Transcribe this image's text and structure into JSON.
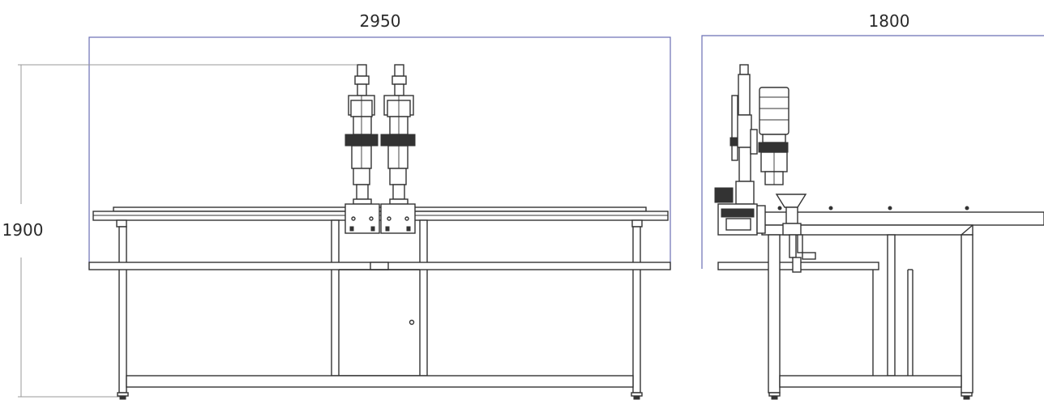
{
  "dimensions": {
    "front_width": "2950",
    "side_width": "1800",
    "height": "1900"
  },
  "colors": {
    "line": "#333333",
    "envelope_box": "#6a6fb4",
    "dimension_line": "#999999",
    "background": "#ffffff"
  }
}
